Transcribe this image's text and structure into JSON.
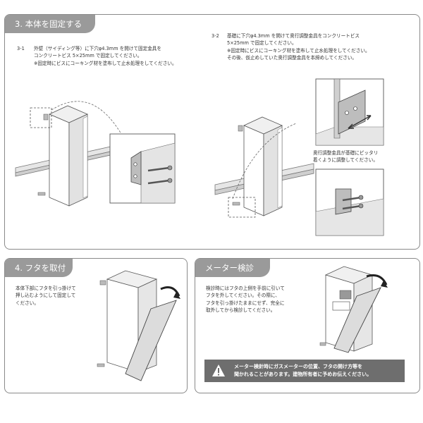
{
  "section3": {
    "title": "3. 本体を固定する",
    "step1_num": "3-1",
    "step1_lines": [
      "外壁（サイディング等）に下穴φ4.3mm を開けて固定金具を",
      "コンクリートビス 5×25mm で固定してください。",
      "※固定時にビスにコーキング材を塗布して止水処理をしてください。"
    ],
    "step2_num": "3-2",
    "step2_lines": [
      "基礎に下穴φ4.3mm を開けて奥行調整金具をコンクリートビス",
      "5×25mm で固定してください。",
      "※固定時にビスにコーキング材を塗布して止水処理をしてください。",
      "その後、仮止めしていた奥行調整金具を本締めしてください。"
    ],
    "bracket_note": [
      "奥行調整金具が基礎にピッタリ",
      "着くように調整してください。"
    ]
  },
  "section4": {
    "title": "4. フタを取付",
    "lines": [
      "本体下部にフタを引っ掛けて",
      "押し込むようにして固定して",
      "ください。"
    ]
  },
  "meter": {
    "title": "メーター検診",
    "lines": [
      "検診時にはフタの上側を手前に引いて",
      "フタを外してください。その際に、",
      "フタを引っ掛けたままにせず、完全に",
      "取外してから検診してください。"
    ],
    "warning": [
      "メーター検針時にガスメーターの位置、フタの開け方等を",
      "聞かれることがあります。建物所有者に予めお伝えください。"
    ],
    "warning_icon": "warning-triangle-icon"
  },
  "colors": {
    "panel_border": "#8a8a8a",
    "tab_bg": "#9a9a9a",
    "warning_bg": "#6e6e6e"
  }
}
